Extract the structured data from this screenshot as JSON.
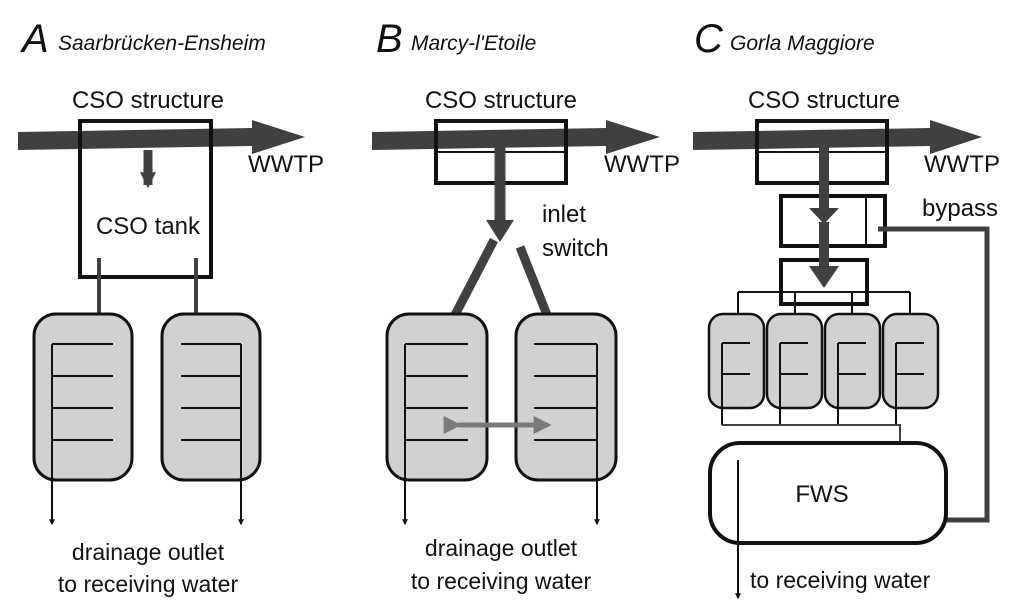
{
  "panels": [
    {
      "letter": "A",
      "site": "Saarbrücken-Ensheim",
      "cso_structure": "CSO structure",
      "wwtp": "WWTP",
      "cso_tank": "CSO tank",
      "outlet_line1": "drainage outlet",
      "outlet_line2": "to receiving water"
    },
    {
      "letter": "B",
      "site": "Marcy-l'Etoile",
      "cso_structure": "CSO structure",
      "wwtp": "WWTP",
      "switch_line1": "inlet",
      "switch_line2": "switch",
      "outlet_line1": "drainage outlet",
      "outlet_line2": "to receiving water"
    },
    {
      "letter": "C",
      "site": "Gorla Maggiore",
      "cso_structure": "CSO structure",
      "wwtp": "WWTP",
      "bypass": "bypass",
      "fws": "FWS",
      "outlet": "to receiving water"
    }
  ],
  "colors": {
    "pipe": "#404040",
    "outline": "#111111",
    "bed_fill": "#d0d0d0",
    "connector": "#7a7a7a"
  }
}
